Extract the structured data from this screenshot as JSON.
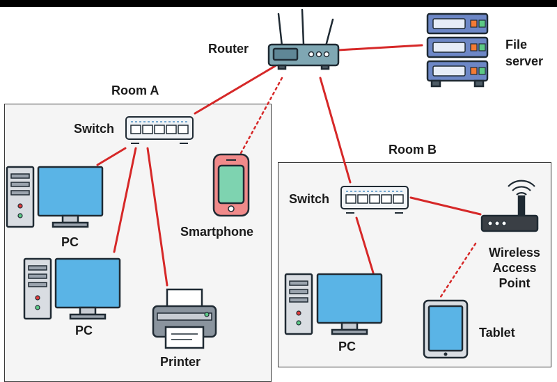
{
  "rooms": {
    "room_a": "Room A",
    "room_b": "Room B"
  },
  "devices": {
    "router": "Router",
    "file_server": "File\nserver",
    "switch_a": "Switch",
    "switch_b": "Switch",
    "pc_a1": "PC",
    "pc_a2": "PC",
    "printer": "Printer",
    "smartphone": "Smartphone",
    "pc_b": "PC",
    "wap": "Wireless\nAccess\nPoint",
    "tablet": "Tablet"
  },
  "colors": {
    "wired_link": "#d62828",
    "wireless_link": "#d62828",
    "router_body": "#7fa7b3",
    "server_body": "#6d87c6",
    "monitor_screen": "#5ab4e6",
    "phone_body": "#f08a8a",
    "phone_screen": "#7ed3b0"
  }
}
